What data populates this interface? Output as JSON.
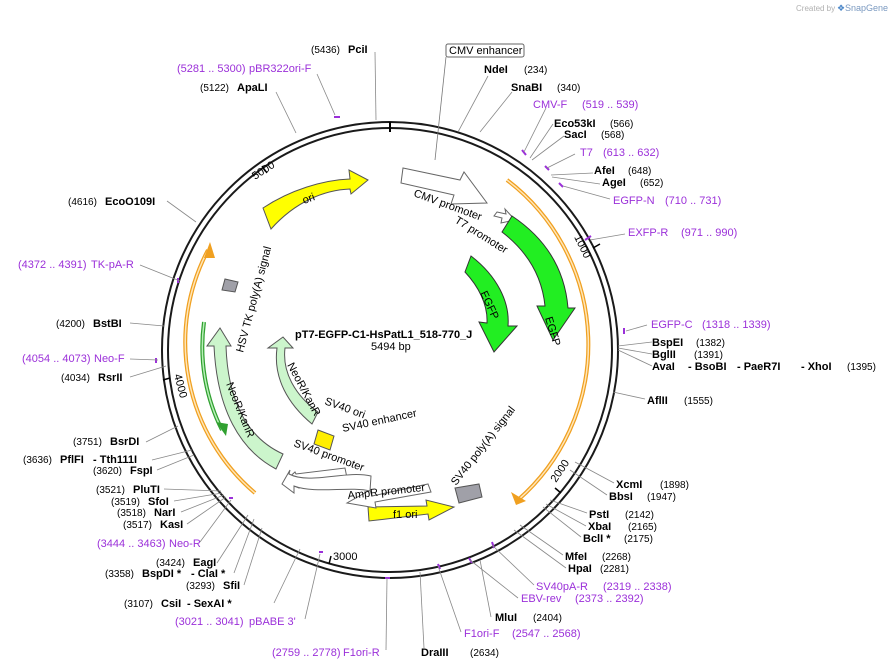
{
  "credit": {
    "created_by": "Created by",
    "brand": "SnapGene"
  },
  "plasmid": {
    "name": "pT7-EGFP-C1-HsPatL1_518-770_J",
    "length_label": "5494 bp"
  },
  "ticks": [
    "1000",
    "2000",
    "3000",
    "4000",
    "5000"
  ],
  "features": {
    "cmv_enhancer": "CMV enhancer",
    "cmv_promoter": "CMV promoter",
    "t7_promoter": "T7 promoter",
    "egfp_outer": "EGFP",
    "egfp_inner": "EGFP",
    "sv40_polya": "SV40 poly(A) signal",
    "f1_ori": "f1 ori",
    "ampr_promoter": "AmpR promoter",
    "sv40_promoter": "SV40 promoter",
    "sv40_enhancer": "SV40 enhancer",
    "sv40_ori": "SV40 ori",
    "neor_inner": "NeoR/KanR",
    "neor_outer": "NeoR/KanR",
    "hsv_tk_polya": "HSV TK poly(A) signal",
    "ori": "ori"
  },
  "labels": {
    "pcii": {
      "name": "PciI",
      "pos": "(5436)"
    },
    "pbr322_f": {
      "name": "pBR322ori-F",
      "pos": "(5281 .. 5300)"
    },
    "apali": {
      "name": "ApaLI",
      "pos": "(5122)"
    },
    "ndei": {
      "name": "NdeI",
      "pos": "(234)"
    },
    "snabi": {
      "name": "SnaBI",
      "pos": "(340)"
    },
    "cmv_f": {
      "name": "CMV-F",
      "pos": "(519 .. 539)"
    },
    "eco53ki": {
      "name": "Eco53kI",
      "pos": "(566)"
    },
    "saci": {
      "name": "SacI",
      "pos": "(568)"
    },
    "t7": {
      "name": "T7",
      "pos": "(613 .. 632)"
    },
    "afei": {
      "name": "AfeI",
      "pos": "(648)"
    },
    "agei": {
      "name": "AgeI",
      "pos": "(652)"
    },
    "egfp_n": {
      "name": "EGFP-N",
      "pos": "(710 .. 731)"
    },
    "egfp_r": {
      "name": "EXFP-R",
      "pos": "(971 .. 990)"
    },
    "egfp_c": {
      "name": "EGFP-C",
      "pos": "(1318 .. 1339)"
    },
    "bspei": {
      "name": "BspEI",
      "pos": "(1382)"
    },
    "bglii": {
      "name": "BglII",
      "pos": "(1391)"
    },
    "aval_line": {
      "a": "AvaI",
      "b": "- BsoBI",
      "c": "- PaeR7I",
      "d": "- XhoI",
      "pos": "(1395)"
    },
    "aflii": {
      "name": "AflII",
      "pos": "(1555)"
    },
    "xcmi": {
      "name": "XcmI",
      "pos": "(1898)"
    },
    "bbsi": {
      "name": "BbsI",
      "pos": "(1947)"
    },
    "psti": {
      "name": "PstI",
      "pos": "(2142)"
    },
    "xbai": {
      "name": "XbaI",
      "pos": "(2165)"
    },
    "bcli": {
      "name": "BclI *",
      "pos": "(2175)"
    },
    "mfei": {
      "name": "MfeI",
      "pos": "(2268)"
    },
    "hpai": {
      "name": "HpaI",
      "pos": "(2281)"
    },
    "sv40pa_r": {
      "name": "SV40pA-R",
      "pos": "(2319 .. 2338)"
    },
    "ebv_rev": {
      "name": "EBV-rev",
      "pos": "(2373 .. 2392)"
    },
    "mlui": {
      "name": "MluI",
      "pos": "(2404)"
    },
    "f1ori_f": {
      "name": "F1ori-F",
      "pos": "(2547 .. 2568)"
    },
    "draiii": {
      "name": "DraIII",
      "pos": "(2634)"
    },
    "f1ori_r": {
      "name": "F1ori-R",
      "pos": "(2759 .. 2778)"
    },
    "pbabe3": {
      "name": "pBABE 3'",
      "pos": "(3021 .. 3041)"
    },
    "csii_line": {
      "a": "CsiI",
      "b": "- SexAI *",
      "pos": "(3107)"
    },
    "sfii": {
      "name": "SfiI",
      "pos": "(3293)"
    },
    "bspdi_line": {
      "a": "BspDI *",
      "b": "- ClaI *",
      "pos": "(3358)"
    },
    "eagi": {
      "name": "EagI",
      "pos": "(3424)"
    },
    "neo_r": {
      "name": "Neo-R",
      "pos": "(3444 .. 3463)"
    },
    "kasi": {
      "name": "KasI",
      "pos": "(3517)"
    },
    "nari": {
      "name": "NarI",
      "pos": "(3518)"
    },
    "sfoi": {
      "name": "SfoI",
      "pos": "(3519)"
    },
    "pluti": {
      "name": "PluTI",
      "pos": "(3521)"
    },
    "fspi": {
      "name": "FspI",
      "pos": "(3620)"
    },
    "pflfi_line": {
      "a": "PflFI",
      "b": "- Tth111I",
      "pos": "(3636)"
    },
    "bsrdi": {
      "name": "BsrDI",
      "pos": "(3751)"
    },
    "rsrii": {
      "name": "RsrII",
      "pos": "(4034)"
    },
    "neo_f": {
      "name": "Neo-F",
      "pos": "(4054 .. 4073)"
    },
    "bstbi": {
      "name": "BstBI",
      "pos": "(4200)"
    },
    "tk_pa_r": {
      "name": "TK-pA-R",
      "pos": "(4372 .. 4391)"
    },
    "eco0109i": {
      "name": "EcoO109I",
      "pos": "(4616)"
    }
  },
  "colors": {
    "backbone": "#1a1a1a",
    "promoter_fill": "#ffffff",
    "cds_green": "#22ee22",
    "cds_light": "#ccf5cc",
    "ori_yellow": "#ffff00",
    "polya_gray": "#a0a0a8",
    "primer_purple": "#9b30d9",
    "orf_orange": "#f0a020",
    "orf_green": "#30a030"
  }
}
